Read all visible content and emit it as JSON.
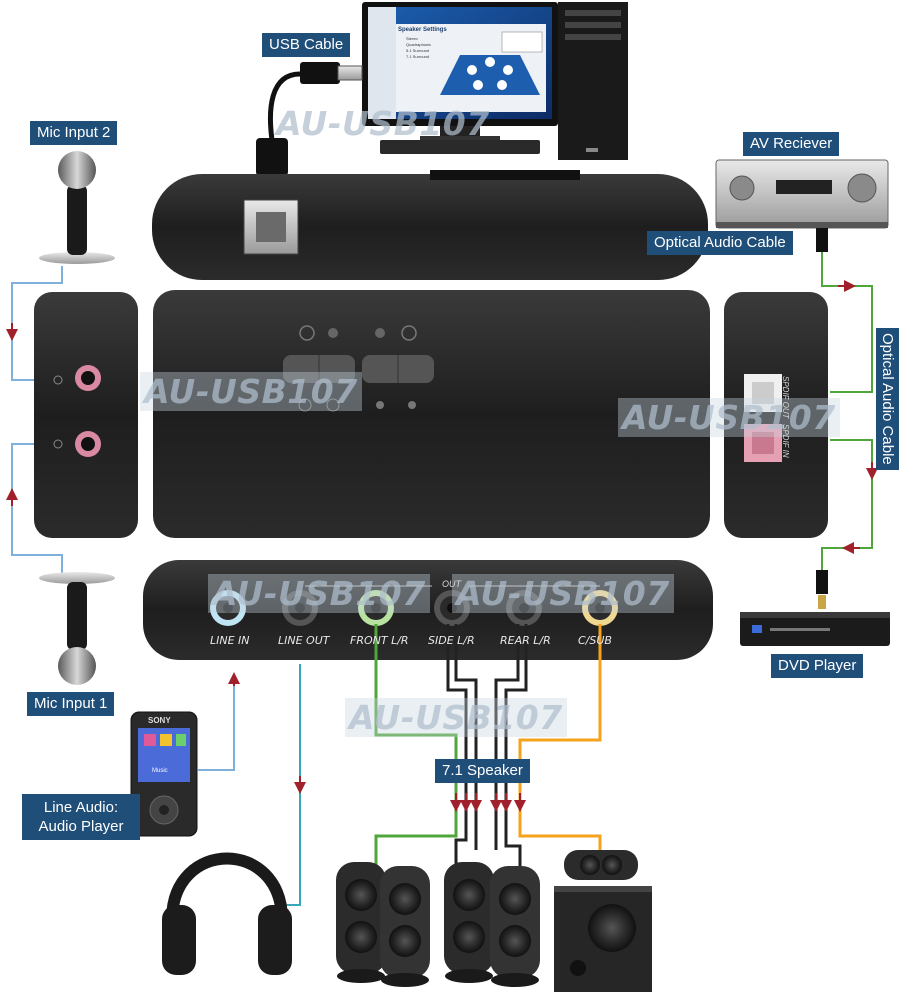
{
  "labels": {
    "usb_cable": "USB Cable",
    "mic_input_2": "Mic Input 2",
    "mic_input_1": "Mic Input 1",
    "av_receiver": "AV Reciever",
    "optical_audio_cable_top": "Optical Audio Cable",
    "optical_audio_cable_side": "Optical Audio Cable",
    "dvd_player": "DVD Player",
    "line_audio": "Line Audio: Audio Player",
    "speaker_71": "7.1 Speaker"
  },
  "watermark": "AU-USB107",
  "monitor": {
    "window_title": "Speaker Settings",
    "options": [
      "Stereo",
      "Quadraphonic",
      "5.1 Surround",
      "7.1 Surround"
    ]
  },
  "ports": {
    "group_label": "OUT",
    "items": [
      "LINE IN",
      "LINE OUT",
      "FRONT L/R",
      "SIDE L/R",
      "REAR L/R",
      "C/SUB"
    ]
  },
  "spdif": {
    "out": "SPDIF OUT",
    "in": "SPDIF IN"
  },
  "mp3": {
    "brand": "SONY",
    "screen_text": "Music"
  },
  "colors": {
    "label_bg": "#1f4e79",
    "green": "#4fa63a",
    "black": "#222222",
    "orange": "#f5a31a",
    "light_blue": "#7fb0dc",
    "cyan": "#3aa6b9",
    "red_arrow": "#a0202b",
    "pink": "#e8a8b8"
  }
}
